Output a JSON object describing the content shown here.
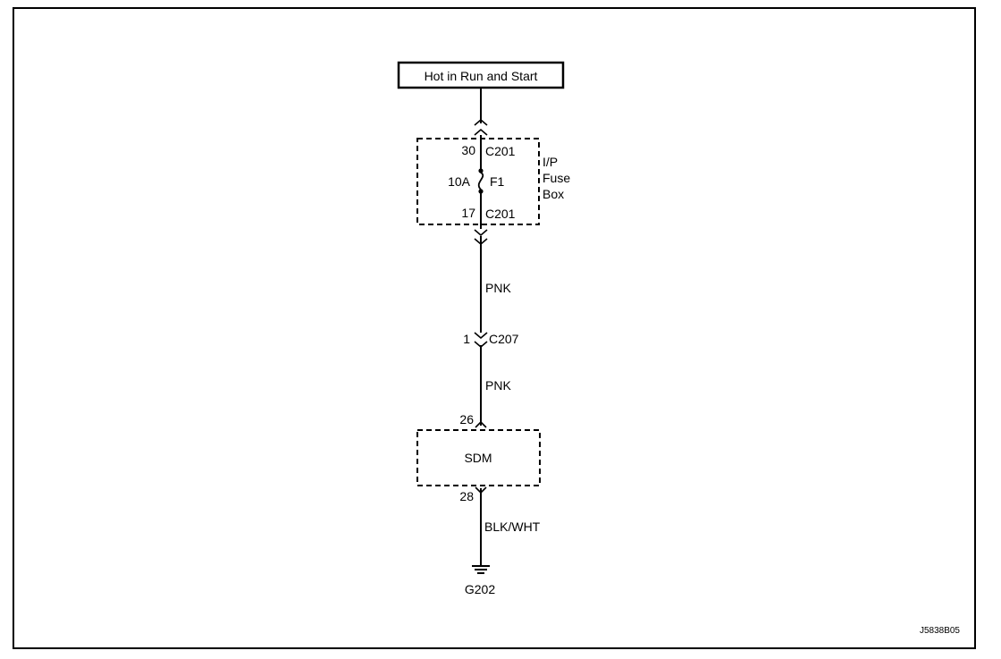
{
  "power_source": {
    "label": "Hot in Run and Start"
  },
  "fuse_box": {
    "name_lines": [
      "I/P",
      "Fuse",
      "Box"
    ],
    "top_pin": "30",
    "top_connector": "C201",
    "bottom_pin": "17",
    "bottom_connector": "C201",
    "fuse_rating": "10A",
    "fuse_name": "F1"
  },
  "wire_upper": {
    "color": "PNK"
  },
  "inline_connector": {
    "pin": "1",
    "name": "C207"
  },
  "wire_middle": {
    "color": "PNK"
  },
  "module": {
    "name": "SDM",
    "input_pin": "26",
    "ground_pin": "28"
  },
  "wire_ground": {
    "color": "BLK/WHT"
  },
  "ground": {
    "name": "G202"
  },
  "figure_code": "J5838B05"
}
